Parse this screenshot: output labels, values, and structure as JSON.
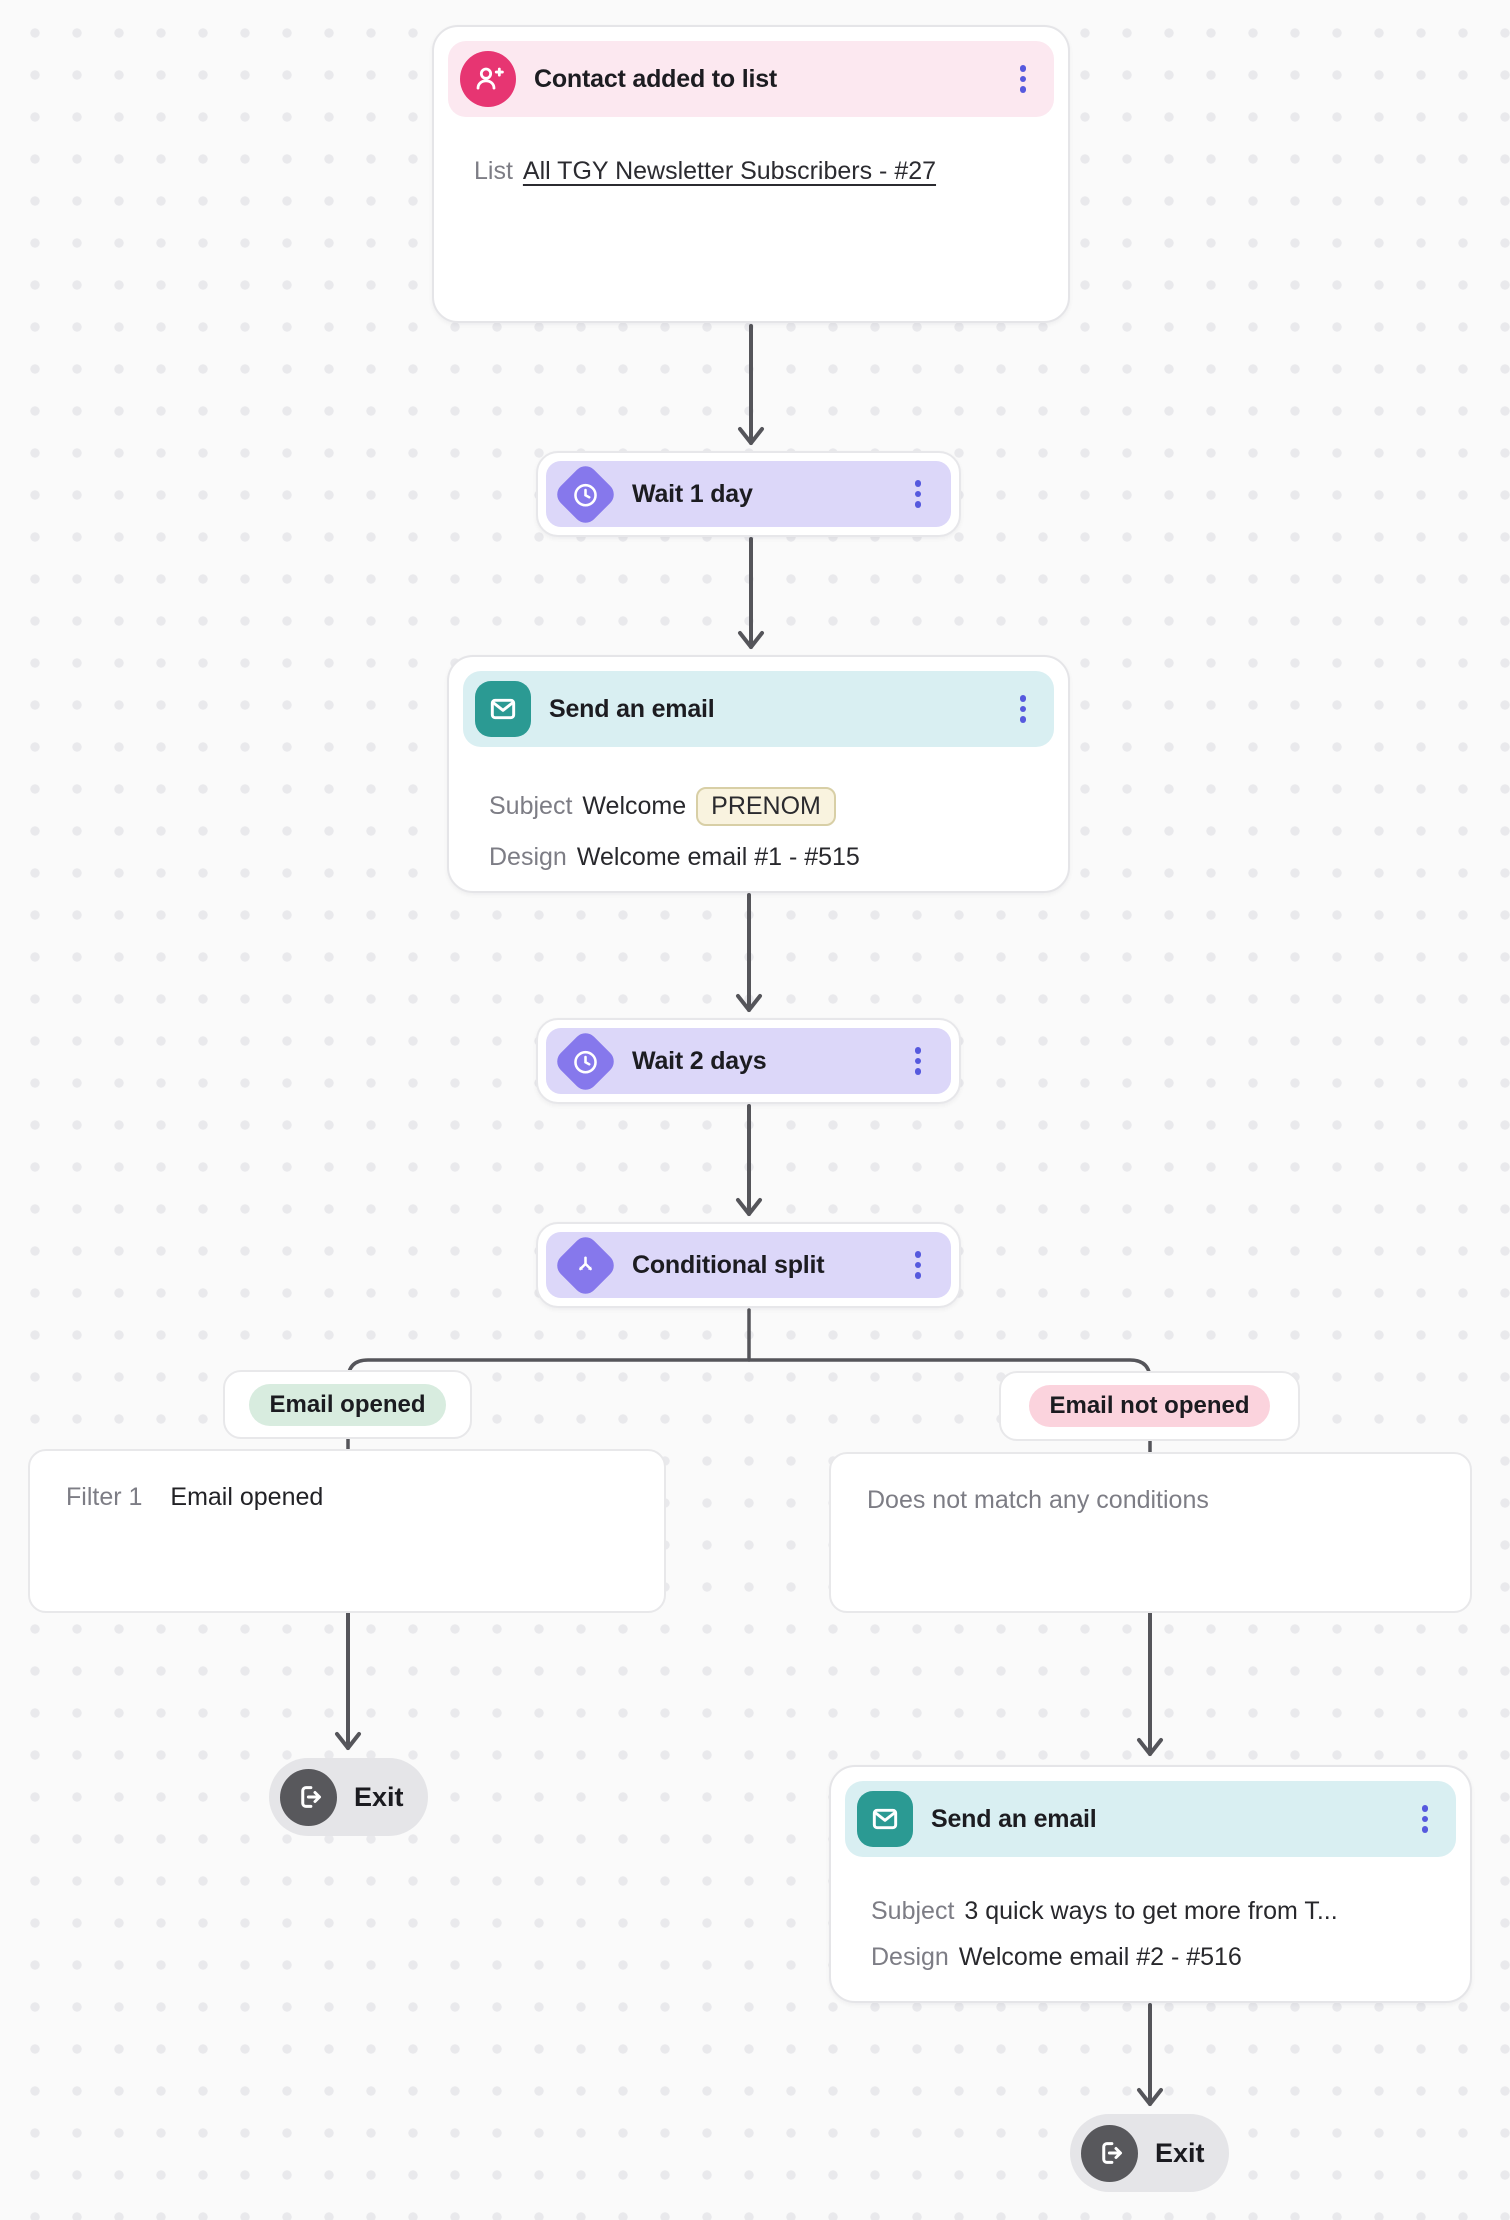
{
  "colors": {
    "canvas_bg": "#fafafa",
    "dot_grid": "#e9e9ec",
    "connector": "#55555a",
    "trigger_accent": "#e73572",
    "trigger_header_bg": "#fce8f0",
    "wait_accent": "#8678ec",
    "wait_header_bg": "#dcd7f9",
    "email_accent": "#2b9a93",
    "email_header_bg": "#d9eff2",
    "menu_dots": "#5659de",
    "badge_opened_bg": "#d8ecdf",
    "badge_not_opened_bg": "#fbd3dd",
    "token_chip_bg": "#f9f3df",
    "exit_pill_bg": "#e5e5e8",
    "exit_circle_bg": "#58585c"
  },
  "nodes": {
    "trigger": {
      "title": "Contact added to list",
      "icon": "person-plus",
      "body_label": "List",
      "body_link": "All TGY Newsletter Subscribers - #27"
    },
    "wait1": {
      "title": "Wait 1 day",
      "icon": "clock"
    },
    "email1": {
      "title": "Send an email",
      "icon": "envelope",
      "subject_label": "Subject",
      "subject_text": "Welcome",
      "subject_token": "PRENOM",
      "design_label": "Design",
      "design_value": "Welcome email #1 - #515"
    },
    "wait2": {
      "title": "Wait 2 days",
      "icon": "clock"
    },
    "split": {
      "title": "Conditional split",
      "icon": "split-arrows"
    },
    "branch_opened": {
      "badge": "Email opened",
      "filter_label": "Filter 1",
      "filter_value": "Email opened"
    },
    "branch_not_opened": {
      "badge": "Email not opened",
      "condition": "Does not match any conditions"
    },
    "email2": {
      "title": "Send an email",
      "icon": "envelope",
      "subject_label": "Subject",
      "subject_value": "3 quick ways to get more from T...",
      "design_label": "Design",
      "design_value": "Welcome email #2 - #516"
    },
    "exit_left": {
      "label": "Exit",
      "icon": "exit-arrow"
    },
    "exit_right": {
      "label": "Exit",
      "icon": "exit-arrow"
    }
  }
}
